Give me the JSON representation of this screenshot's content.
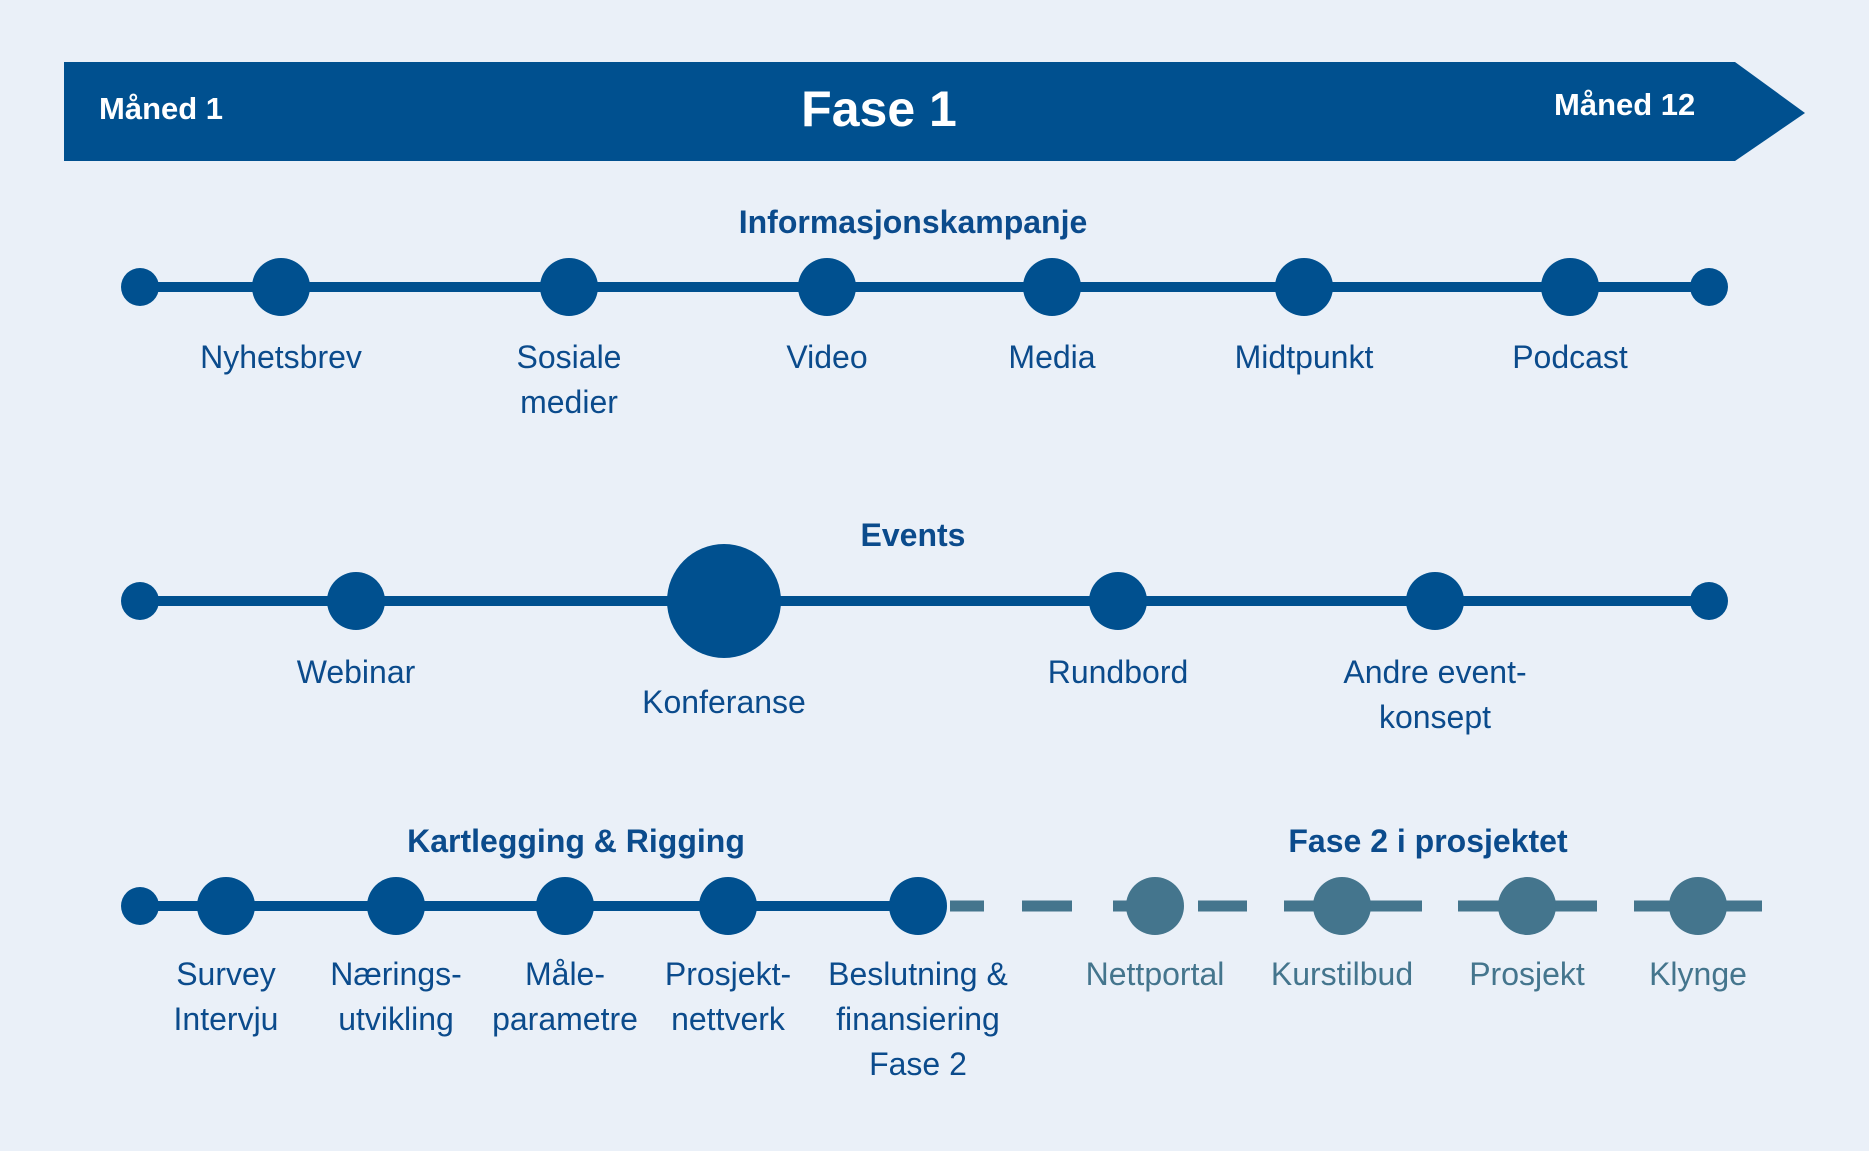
{
  "header": {
    "start_label": "Måned 1",
    "phase_label": "Fase 1",
    "end_label": "Måned 12"
  },
  "colors": {
    "primary": "#00508f",
    "future": "#44758d",
    "text": "#0b4b8c",
    "background": "#eaf0f8"
  },
  "tracks": [
    {
      "title": "Informasjonskampanje",
      "milestones": [
        {
          "label": "Nyhetsbrev",
          "size": "medium"
        },
        {
          "label": "Sosiale\nmedier",
          "size": "medium"
        },
        {
          "label": "Video",
          "size": "medium"
        },
        {
          "label": "Media",
          "size": "medium"
        },
        {
          "label": "Midtpunkt",
          "size": "medium"
        },
        {
          "label": "Podcast",
          "size": "medium"
        }
      ]
    },
    {
      "title": "Events",
      "milestones": [
        {
          "label": "Webinar",
          "size": "medium"
        },
        {
          "label": "Konferanse",
          "size": "large"
        },
        {
          "label": "Rundbord",
          "size": "medium"
        },
        {
          "label": "Andre event-\nkonsept",
          "size": "medium"
        }
      ]
    },
    {
      "title": "Kartlegging & Rigging",
      "milestones": [
        {
          "label": "Survey\nIntervju",
          "size": "medium"
        },
        {
          "label": "Nærings-\nutvikling",
          "size": "medium"
        },
        {
          "label": "Måle-\nparametre",
          "size": "medium"
        },
        {
          "label": "Prosjekt-\nnettverk",
          "size": "medium"
        },
        {
          "label": "Beslutning &\nfinansiering\nFase 2",
          "size": "medium"
        }
      ],
      "future_title": "Fase 2 i prosjektet",
      "future_milestones": [
        {
          "label": "Nettportal"
        },
        {
          "label": "Kurstilbud"
        },
        {
          "label": "Prosjekt"
        },
        {
          "label": "Klynge"
        }
      ]
    }
  ]
}
